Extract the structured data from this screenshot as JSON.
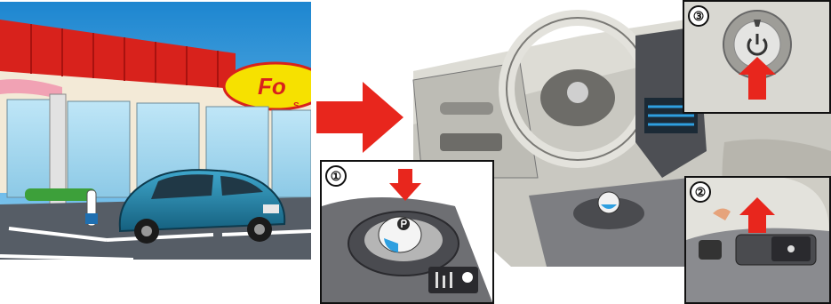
{
  "store_scene": {
    "sign_text": "Fo",
    "sign_subtext": "S"
  },
  "steps": [
    {
      "number": "①"
    },
    {
      "number": "②"
    },
    {
      "number": "③"
    }
  ],
  "colors": {
    "arrow_red": "#e8261d",
    "sky_blue": "#3c9fdb",
    "awning_red": "#d8221c",
    "sign_yellow": "#f6e100",
    "car_blue": "#1f7fa6",
    "interior_gray": "#b9b9b3",
    "dash_blue": "#2e9fe0"
  },
  "icons": {
    "power": "power-icon",
    "park": "park-icon"
  }
}
